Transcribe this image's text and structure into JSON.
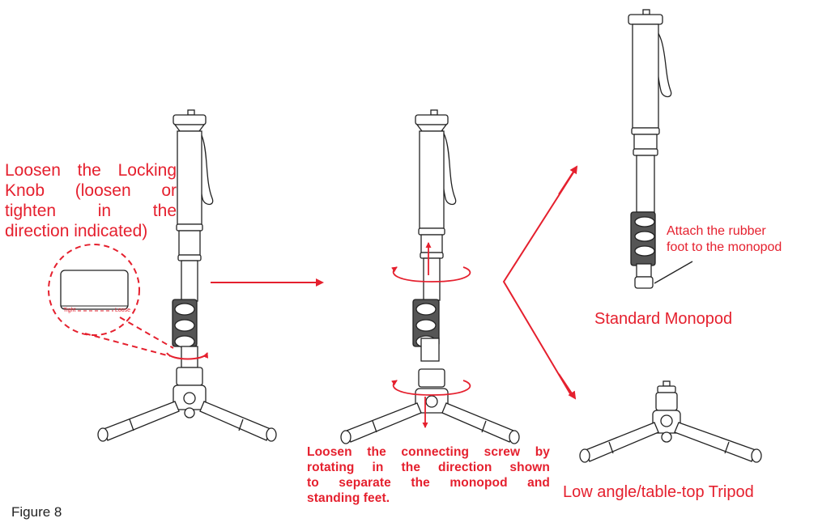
{
  "instructions": {
    "step1_lines": [
      "Loosen the Locking",
      "Knob (loosen or",
      "tighten in the",
      "direction indicated)"
    ],
    "inset_tight": "Tight",
    "inset_loose": "Loose",
    "step2_lines": [
      "Loosen the connecting screw by",
      "rotating in the direction shown",
      "to separate the monopod and",
      "standing feet."
    ],
    "rubber_lines": [
      "Attach the rubber",
      "foot to the monopod"
    ]
  },
  "results": {
    "monopod_title": "Standard Monopod",
    "tripod_title": "Low angle/table-top Tripod"
  },
  "figure_label": "Figure 8",
  "colors": {
    "accent": "#e5202e",
    "line": "#222222"
  }
}
